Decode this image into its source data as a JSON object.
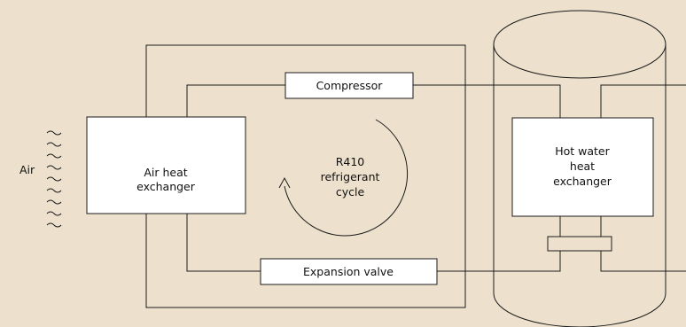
{
  "diagram": {
    "air_label": "Air",
    "air_heat_exchanger": {
      "line1": "Air heat",
      "line2": "exchanger"
    },
    "compressor": "Compressor",
    "expansion_valve": "Expansion valve",
    "cycle": {
      "line1": "R410",
      "line2": "refrigerant",
      "line3": "cycle"
    },
    "hot_water_heat_exchanger": {
      "line1": "Hot water",
      "line2": "heat",
      "line3": "exchanger"
    }
  },
  "colors": {
    "background": "#ede1cd",
    "line": "#1a1a1a",
    "box_fill": "#ffffff"
  }
}
